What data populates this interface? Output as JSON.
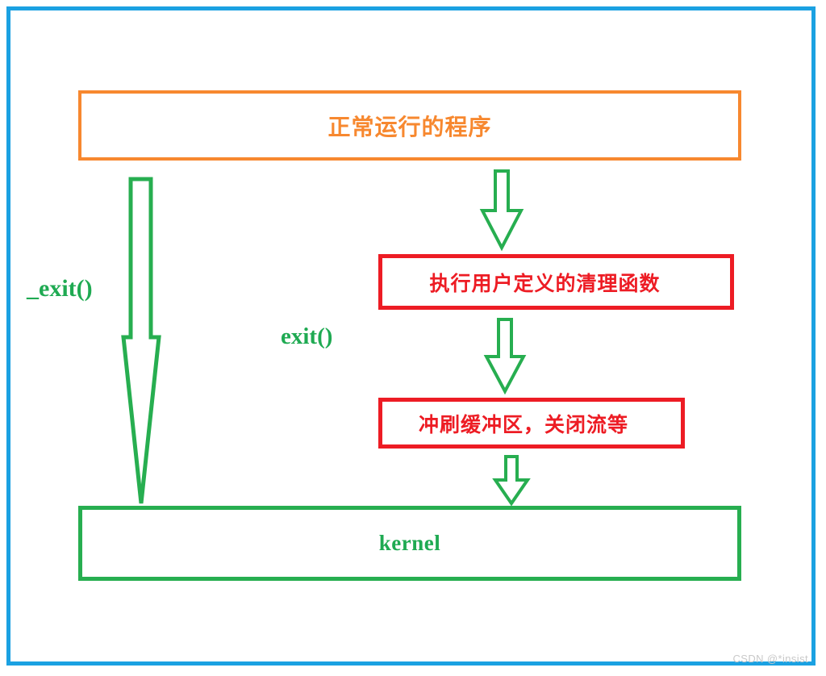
{
  "diagram": {
    "title_text": "exit vs _exit flow diagram",
    "frame_color": "#1ba1e2",
    "nodes": [
      {
        "id": "program",
        "label": "正常运行的程序",
        "border_color": "#f7882f",
        "text_color": "#f7882f"
      },
      {
        "id": "cleanup",
        "label": "执行用户定义的清理函数",
        "border_color": "#ed1c24",
        "text_color": "#ed1c24"
      },
      {
        "id": "flush",
        "label": "冲刷缓冲区，关闭流等",
        "border_color": "#ed1c24",
        "text_color": "#ed1c24"
      },
      {
        "id": "kernel",
        "label": "kernel",
        "border_color": "#27ae50",
        "text_color": "#1faa52"
      }
    ],
    "edges": [
      {
        "id": "edge-exit-underscore",
        "label": "_exit()",
        "from": "program",
        "to": "kernel",
        "color": "#27ae50"
      },
      {
        "id": "edge-program-cleanup",
        "label": "",
        "from": "program",
        "to": "cleanup",
        "color": "#27ae50"
      },
      {
        "id": "edge-exit",
        "label": "exit()",
        "from": "program",
        "to": "cleanup",
        "color": "#27ae50"
      },
      {
        "id": "edge-cleanup-flush",
        "label": "",
        "from": "cleanup",
        "to": "flush",
        "color": "#27ae50"
      },
      {
        "id": "edge-flush-kernel",
        "label": "",
        "from": "flush",
        "to": "kernel",
        "color": "#27ae50"
      }
    ]
  },
  "watermark": {
    "text": "CSDN @*insist"
  }
}
